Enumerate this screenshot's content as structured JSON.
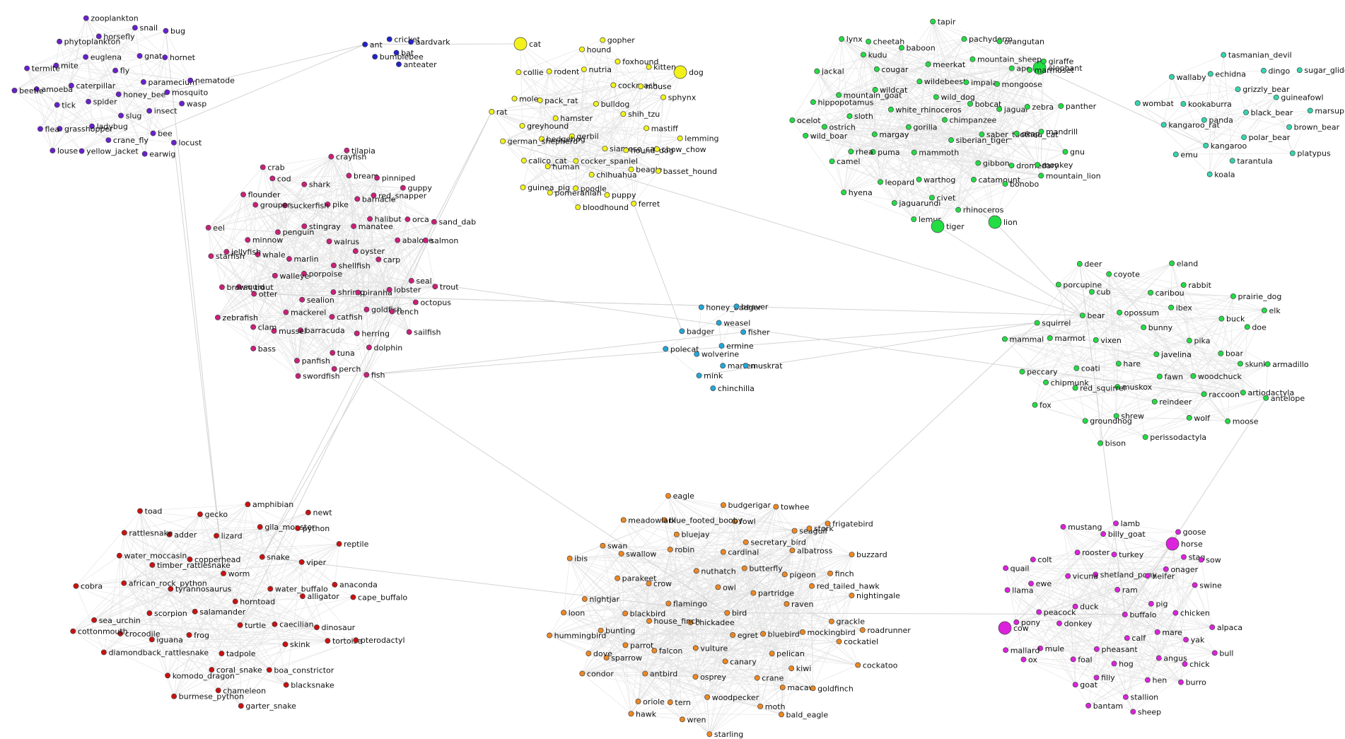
{
  "clusters": [
    {
      "id": "insects",
      "color": "#6a1fd0",
      "nodes": [
        "honey_bee",
        "spider",
        "fly",
        "slug",
        "caterpillar",
        "paramecium",
        "ladybug",
        "euglena",
        "insect",
        "tick",
        "gnat",
        "crane_fly",
        "mite",
        "mosquito",
        "grasshopper",
        "horsefly",
        "bee",
        "amoeba",
        "hornet",
        "yellow_jacket",
        "phytoplankton",
        "wasp",
        "flea",
        "snail",
        "earwig",
        "termite",
        "nematode",
        "louse",
        "zooplankton",
        "locust",
        "beetle",
        "bug"
      ]
    },
    {
      "id": "ants",
      "color": "#2222cc",
      "nodes": [
        "bat",
        "bumblebee",
        "cricket",
        "anteater",
        "ant",
        "aardvark"
      ]
    },
    {
      "id": "pets",
      "color": "#f2f21a",
      "nodes": [
        "cat",
        "gerbil",
        "bulldog",
        "siamese_cat",
        "hamster",
        "shih_tzu",
        "cocker_spaniel",
        "dog",
        "hound_dog",
        "hedgehog",
        "cockroach",
        "chihuahua",
        "pack_rat",
        "mastiff",
        "human",
        "nutria",
        "beagle",
        "greyhound",
        "mouse",
        "poodle",
        "rodent",
        "chow_chow",
        "calico_cat",
        "foxhound",
        "puppy",
        "mole",
        "sphynx",
        "pomeranian",
        "hound",
        "basset_hound",
        "german_shepherd",
        "kitten",
        "bloodhound",
        "collie",
        "lemming",
        "guinea_pig",
        "gopher",
        "ferret",
        "rat"
      ]
    },
    {
      "id": "wild",
      "color": "#22dd44",
      "nodes": [
        "chimpanzee",
        "gorilla",
        "wild_dog",
        "siberian_tiger",
        "white_rhinoceros",
        "bobcat",
        "mammoth",
        "wildebeest",
        "saber_toothed_cat",
        "margay",
        "impala",
        "elephant",
        "wildcat",
        "jaguar",
        "puma",
        "meerkat",
        "gibbon",
        "sloth",
        "mongoose",
        "warthog",
        "cougar",
        "okapi",
        "rhea",
        "mountain_sheep",
        "catamount",
        "mountain_goat",
        "zebra",
        "leopard",
        "baboon",
        "dromedary",
        "ostrich",
        "ape",
        "civet",
        "kudu",
        "mandrill",
        "camel",
        "pachyderm",
        "bonobo",
        "hippopotamus",
        "marmoset",
        "jaguarundi",
        "cheetah",
        "monkey",
        "wild_boar",
        "orangutan",
        "rhinoceros",
        "jackal",
        "panther",
        "hyena",
        "tapir",
        "mountain_lion",
        "ocelot",
        "giraffe",
        "lemur",
        "lynx",
        "gnu",
        "tiger",
        "lion"
      ]
    },
    {
      "id": "aussie",
      "color": "#33d6b0",
      "nodes": [
        "black_bear",
        "panda",
        "grizzly_bear",
        "polar_bear",
        "kookaburra",
        "guineafowl",
        "kangaroo",
        "echidna",
        "brown_bear",
        "kangaroo_rat",
        "dingo",
        "tarantula",
        "wallaby",
        "marsupial",
        "emu",
        "tasmanian_devil",
        "platypus",
        "wombat",
        "sugar_glider",
        "koala"
      ]
    },
    {
      "id": "sea",
      "color": "#cc1f7a",
      "nodes": [
        "shellfish",
        "porpoise",
        "walrus",
        "shrimp",
        "marlin",
        "oyster",
        "sealion",
        "stingray",
        "piranha",
        "walleye",
        "manatee",
        "catfish",
        "penguin",
        "carp",
        "mackerel",
        "pike",
        "goldfish",
        "whale",
        "halibut",
        "barracuda",
        "suckerfish",
        "lobster",
        "otter",
        "barnacle",
        "herring",
        "minnow",
        "abalone",
        "mussel",
        "shark",
        "tench",
        "squid",
        "red_snapper",
        "tuna",
        "grouper",
        "seal",
        "clam",
        "bream",
        "dolphin",
        "jellyfish",
        "orca",
        "panfish",
        "cod",
        "octopus",
        "brown_trout",
        "pinniped",
        "perch",
        "flounder",
        "salmon",
        "bass",
        "crayfish",
        "sailfish",
        "starfish",
        "guppy",
        "swordfish",
        "crab",
        "trout",
        "zebrafish",
        "tilapia",
        "fish",
        "eel",
        "sand_dab"
      ]
    },
    {
      "id": "weasels",
      "color": "#22a8d8",
      "nodes": [
        "ermine",
        "wolverine",
        "weasel",
        "marten",
        "badger",
        "fisher",
        "mink",
        "honey_badger",
        "muskrat",
        "polecat",
        "beaver",
        "chinchilla"
      ]
    },
    {
      "id": "forest",
      "color": "#22dd44",
      "nodes": [
        "javelina",
        "hare",
        "bunny",
        "fawn",
        "vixen",
        "pika",
        "muskox",
        "opossum",
        "woodchuck",
        "coati",
        "ibex",
        "reindeer",
        "bear",
        "boar",
        "red_squirrel",
        "caribou",
        "raccoon",
        "marmot",
        "buck",
        "shrew",
        "cub",
        "skunk",
        "chipmunk",
        "rabbit",
        "wolf",
        "squirrel",
        "doe",
        "groundhog",
        "coyote",
        "artiodactyla",
        "peccary",
        "prairie_dog",
        "perissodactyla",
        "porcupine",
        "armadillo",
        "fox",
        "eland",
        "moose",
        "mammal",
        "elk",
        "bison",
        "deer",
        "antelope"
      ]
    },
    {
      "id": "reptiles",
      "color": "#cc1111",
      "nodes": [
        "horntoad",
        "salamander",
        "worm",
        "turtle",
        "tyrannosaurus",
        "water_buffalo",
        "frog",
        "copperhead",
        "caecilian",
        "scorpion",
        "snake",
        "tadpole",
        "timber_rattlesnake",
        "alligator",
        "iguana",
        "lizard",
        "skink",
        "african_rock_python",
        "viper",
        "coral_snake",
        "adder",
        "dinosaur",
        "crocodile",
        "gila_monster",
        "boa_constrictor",
        "water_moccasin",
        "anaconda",
        "komodo_dragon",
        "gecko",
        "tortoise",
        "sea_urchin",
        "python",
        "chameleon",
        "rattlesnake",
        "cape_buffalo",
        "diamondback_rattlesnake",
        "amphibian",
        "blacksnake",
        "cobra",
        "reptile",
        "burmese_python",
        "toad",
        "pterodactyl",
        "cottonmouth",
        "newt",
        "garter_snake"
      ]
    },
    {
      "id": "birds",
      "color": "#ee8822",
      "nodes": [
        "bird",
        "chickadee",
        "owl",
        "egret",
        "flamingo",
        "partridge",
        "vulture",
        "nuthatch",
        "bluebird",
        "house_finch",
        "butterfly",
        "canary",
        "crow",
        "raven",
        "falcon",
        "cardinal",
        "pelican",
        "blackbird",
        "pigeon",
        "osprey",
        "robin",
        "mockingbird",
        "parrot",
        "secretary_bird",
        "crane",
        "parakeet",
        "red_tailed_hawk",
        "antbird",
        "bluejay",
        "kiwi",
        "bunting",
        "albatross",
        "woodpecker",
        "swallow",
        "grackle",
        "sparrow",
        "fowl",
        "macaw",
        "nightjar",
        "finch",
        "tern",
        "blue_footed_booby",
        "cockatiel",
        "dove",
        "seagull",
        "moth",
        "swan",
        "nightingale",
        "oriole",
        "budgerigar",
        "goldfinch",
        "loon",
        "stork",
        "wren",
        "meadowlark",
        "roadrunner",
        "condor",
        "towhee",
        "bald_eagle",
        "ibis",
        "buzzard",
        "hawk",
        "eagle",
        "cockatoo",
        "hummingbird",
        "frigatebird",
        "starling"
      ]
    },
    {
      "id": "farm",
      "color": "#dd22dd",
      "nodes": [
        "buffalo",
        "horse",
        "ram",
        "calf",
        "duck",
        "pig",
        "pheasant",
        "shetland_pony",
        "mare",
        "donkey",
        "heifer",
        "hog",
        "vicuna",
        "chicken",
        "foal",
        "turkey",
        "angus",
        "peacock",
        "onager",
        "filly",
        "rooster",
        "yak",
        "mule",
        "cow",
        "hen",
        "ewe",
        "swine",
        "goat",
        "billy_goat",
        "chick",
        "pony",
        "stag",
        "stallion",
        "colt",
        "alpaca",
        "ox",
        "lamb",
        "burro",
        "llama",
        "sow",
        "bantam",
        "mustang",
        "bull",
        "mallard",
        "goose",
        "sheep",
        "quail"
      ]
    }
  ],
  "hubs": [
    "cat",
    "dog",
    "elephant",
    "tiger",
    "lion",
    "horse",
    "cow"
  ]
}
